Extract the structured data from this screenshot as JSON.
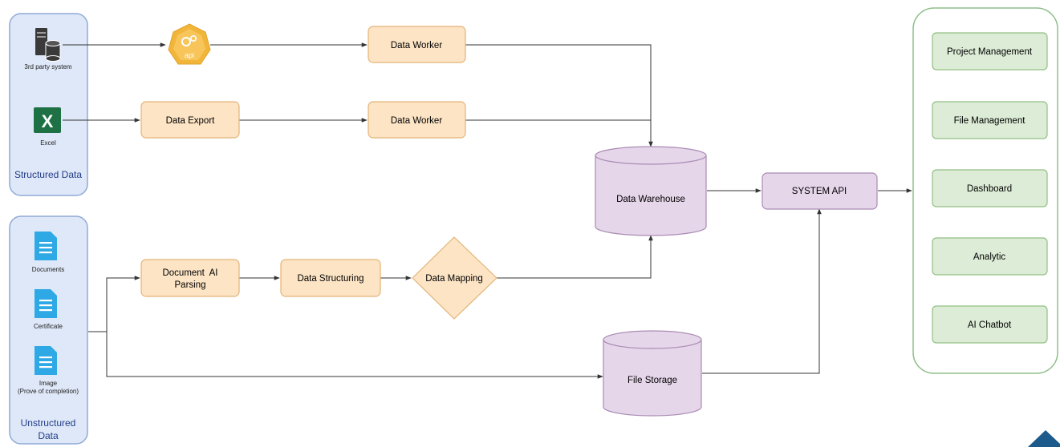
{
  "colors": {
    "source_group_fill": "#dfe8f8",
    "source_group_stroke": "#8fa9d6",
    "source_group_label": "#1f3c88",
    "process_fill": "#fce4c5",
    "process_stroke": "#e3b377",
    "storage_fill": "#e6d6ea",
    "storage_stroke": "#a98bb3",
    "app_fill": "#dcecd6",
    "app_stroke": "#92bf84",
    "app_group_stroke": "#8fbf8a",
    "doc_icon": "#2fa9e6",
    "excel_green": "#1e7145",
    "api_badge": "#f1b53a",
    "edge": "#333333",
    "corner_accent": "#1d5a8c"
  },
  "icons": {
    "server": "server-database-icon",
    "api": "api-badge-icon",
    "excel": "excel-icon",
    "document": "document-icon"
  },
  "sources": {
    "structured": {
      "group_label": "Structured Data",
      "third_party_label": "3rd party system",
      "api_badge_text": "api",
      "excel_glyph": "X",
      "excel_label": "Excel"
    },
    "unstructured": {
      "group_label_line1": "Unstructured",
      "group_label_line2": "Data",
      "documents_label": "Documents",
      "certificate_label": "Certificate",
      "image_label_line1": "Image",
      "image_label_line2": "(Prove of completion)"
    }
  },
  "processes": {
    "data_worker_1": "Data Worker",
    "data_export": "Data Export",
    "data_worker_2": "Data Worker",
    "document_ai_line1": "Document  AI",
    "document_ai_line2": "Parsing",
    "data_structuring": "Data Structuring",
    "data_mapping": "Data Mapping"
  },
  "storage": {
    "data_warehouse": "Data Warehouse",
    "file_storage": "File Storage"
  },
  "system_api": "SYSTEM API",
  "applications": [
    "Project Management",
    "File Management",
    "Dashboard",
    "Analytic",
    "AI Chatbot"
  ]
}
